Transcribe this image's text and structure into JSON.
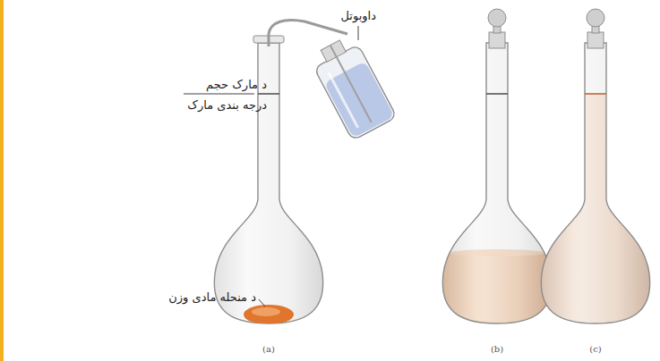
{
  "diagram": {
    "labels": [
      "داوبوتل",
      "د مارک حجم",
      "درجه بندی مارک",
      "د منحله مادی وزن",
      "(a)",
      "(b)",
      "(c)"
    ]
  }
}
